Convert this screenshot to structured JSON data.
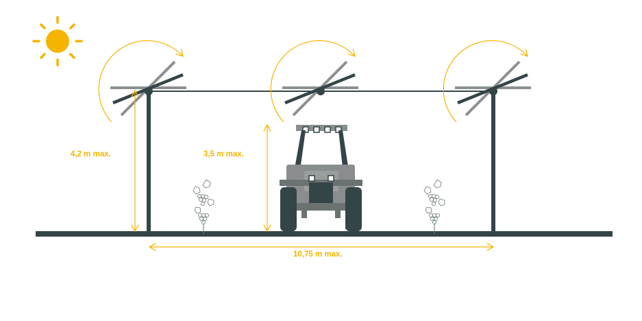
{
  "labels": {
    "height_tracker": "4,2 m max.",
    "height_tractor": "3,5 m max.",
    "row_spacing": "10,75 m max."
  },
  "colors": {
    "accent": "#f5b400",
    "structure": "#344548",
    "panel": "#8c9090",
    "tractor_body": "#8a8d8d"
  },
  "icons": [
    "sun-icon",
    "tractor-icon",
    "vine-plant-icon",
    "rotation-arrow-icon"
  ]
}
